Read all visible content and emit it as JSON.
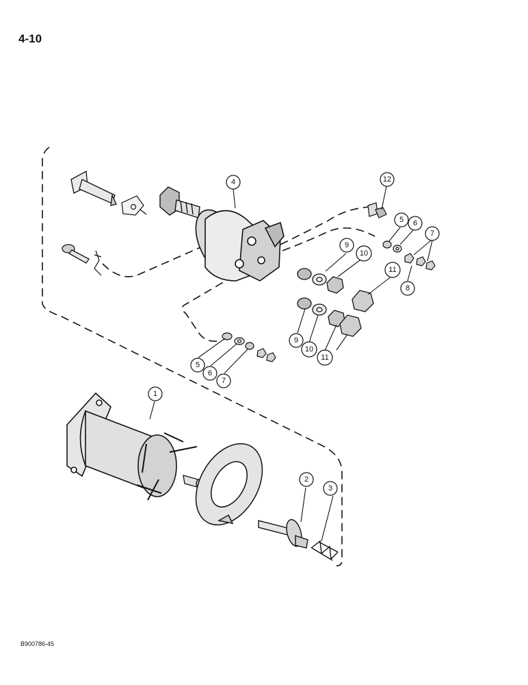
{
  "page_number": "4-10",
  "figure_code": "B900786-45",
  "callouts": [
    "1",
    "2",
    "3",
    "4",
    "5",
    "6",
    "7",
    "8",
    "9",
    "10",
    "11",
    "12"
  ],
  "callouts_second": {
    "5": "5",
    "6": "6",
    "7": "7",
    "9": "9",
    "10": "10",
    "11": "11"
  }
}
